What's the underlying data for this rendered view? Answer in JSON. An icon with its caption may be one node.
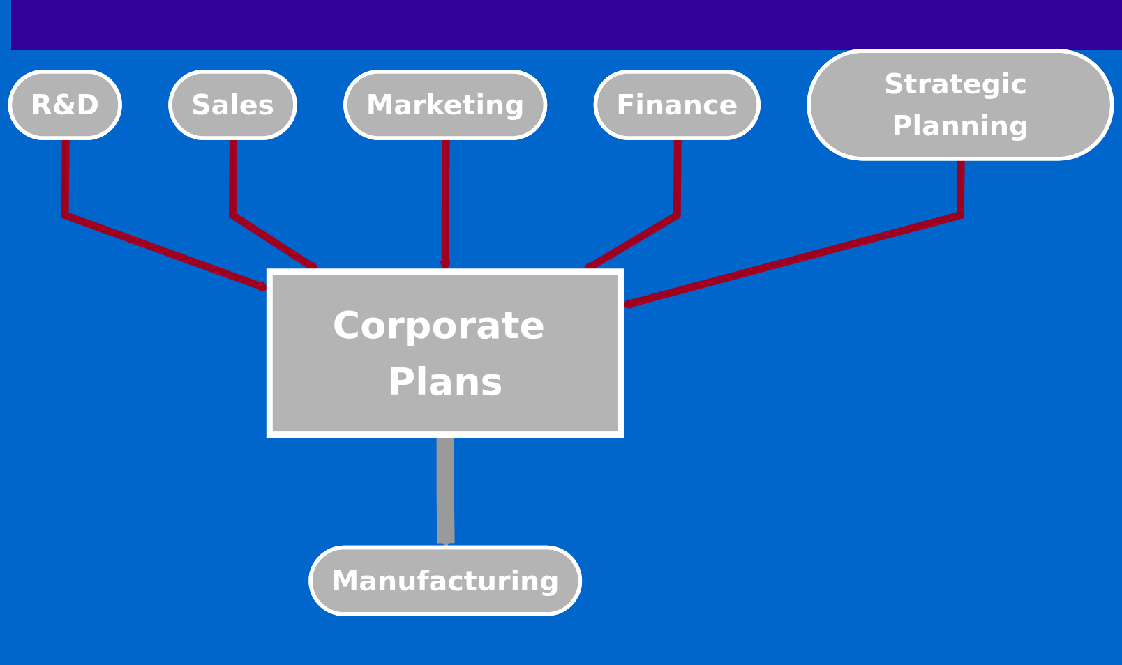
{
  "diagram": {
    "nodes": [
      {
        "text": [
          "Marketing"
        ]
      },
      {
        "text": [
          "Sales"
        ]
      },
      {
        "text": [
          "Finance"
        ]
      },
      {
        "text": [
          "R&D"
        ]
      },
      {
        "text": [
          "Strategic Planning"
        ]
      },
      {
        "text": [
          "Corporate Plans"
        ]
      },
      {
        "text": [
          "Manufacturing"
        ]
      }
    ],
    "edges": [
      {
        "from": 3,
        "to": 5,
        "arrow": "to"
      },
      {
        "from": 1,
        "to": 5,
        "arrow": "to"
      },
      {
        "from": 0,
        "to": 5,
        "arrow": "to"
      },
      {
        "from": 2,
        "to": 5,
        "arrow": "to"
      },
      {
        "from": 4,
        "to": 5,
        "arrow": "to"
      },
      {
        "from": 5,
        "to": 6,
        "arrow": "to",
        "style": "thick",
        "color": "#9a9a9a"
      }
    ]
  }
}
